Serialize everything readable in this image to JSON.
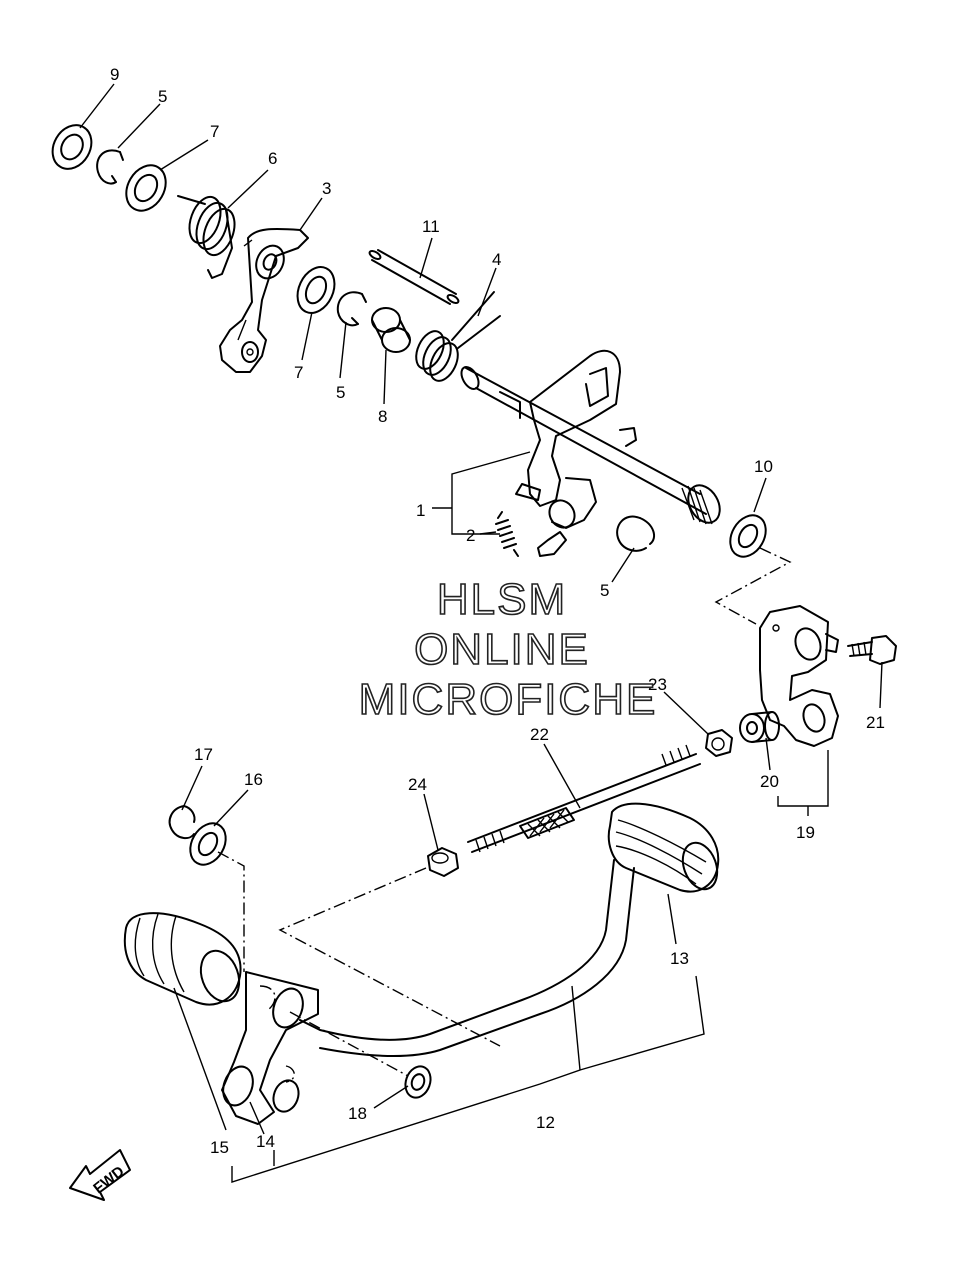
{
  "watermark": {
    "line1": "HLSM",
    "line2": "ONLINE",
    "line3": "MICROFICHE"
  },
  "direction_label": "FWD",
  "callouts": {
    "c1": "1",
    "c2": "2",
    "c3": "3",
    "c4": "4",
    "c5a": "5",
    "c5b": "5",
    "c5c": "5",
    "c6": "6",
    "c7a": "7",
    "c7b": "7",
    "c8": "8",
    "c9": "9",
    "c10": "10",
    "c11": "11",
    "c12": "12",
    "c13": "13",
    "c14": "14",
    "c15": "15",
    "c16": "16",
    "c17": "17",
    "c18": "18",
    "c19": "19",
    "c20": "20",
    "c21": "21",
    "c22": "22",
    "c23": "23",
    "c24": "24"
  }
}
